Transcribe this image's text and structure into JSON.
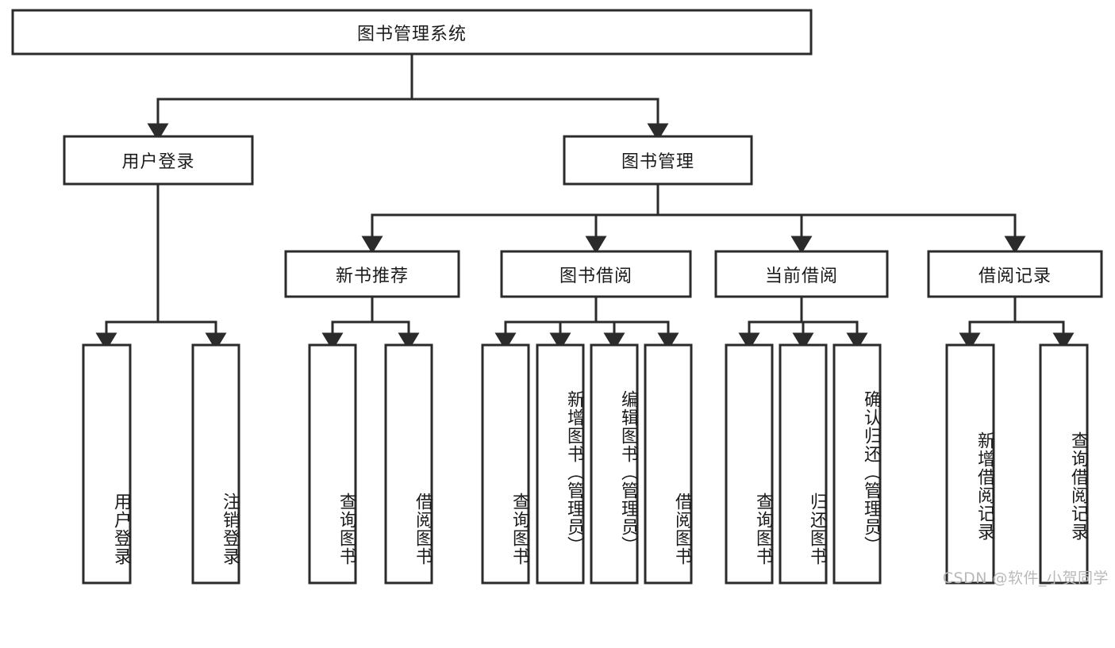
{
  "diagram": {
    "type": "tree",
    "title": "图书管理系统",
    "watermark": "CSDN @软件_小贺同学",
    "root": {
      "id": "root",
      "label": "图书管理系统",
      "orientation": "horizontal"
    },
    "level1": [
      {
        "id": "user-login",
        "label": "用户登录",
        "orientation": "horizontal"
      },
      {
        "id": "book-manage",
        "label": "图书管理",
        "orientation": "horizontal"
      }
    ],
    "level2": [
      {
        "id": "new-book-recommend",
        "label": "新书推荐",
        "parent": "book-manage",
        "orientation": "horizontal"
      },
      {
        "id": "book-borrow",
        "label": "图书借阅",
        "parent": "book-manage",
        "orientation": "horizontal"
      },
      {
        "id": "current-borrow",
        "label": "当前借阅",
        "parent": "book-manage",
        "orientation": "horizontal"
      },
      {
        "id": "borrow-record",
        "label": "借阅记录",
        "parent": "book-manage",
        "orientation": "horizontal"
      }
    ],
    "leaves": [
      {
        "id": "leaf-user-login",
        "label": "用户登录",
        "parent": "user-login",
        "orientation": "vertical"
      },
      {
        "id": "leaf-logout",
        "label": "注销登录",
        "parent": "user-login",
        "orientation": "vertical"
      },
      {
        "id": "leaf-query-book-1",
        "label": "查询图书",
        "parent": "new-book-recommend",
        "orientation": "vertical"
      },
      {
        "id": "leaf-borrow-book-1",
        "label": "借阅图书",
        "parent": "new-book-recommend",
        "orientation": "vertical"
      },
      {
        "id": "leaf-query-book-2",
        "label": "查询图书",
        "parent": "book-borrow",
        "orientation": "vertical"
      },
      {
        "id": "leaf-add-book",
        "label": "新增图书（管理员）",
        "parent": "book-borrow",
        "orientation": "vertical"
      },
      {
        "id": "leaf-edit-book",
        "label": "编辑图书（管理员）",
        "parent": "book-borrow",
        "orientation": "vertical"
      },
      {
        "id": "leaf-borrow-book-2",
        "label": "借阅图书",
        "parent": "book-borrow",
        "orientation": "vertical"
      },
      {
        "id": "leaf-query-book-3",
        "label": "查询图书",
        "parent": "current-borrow",
        "orientation": "vertical"
      },
      {
        "id": "leaf-return-book",
        "label": "归还图书",
        "parent": "current-borrow",
        "orientation": "vertical"
      },
      {
        "id": "leaf-confirm-return",
        "label": "确认归还（管理员）",
        "parent": "current-borrow",
        "orientation": "vertical"
      },
      {
        "id": "leaf-add-record",
        "label": "新增借阅记录",
        "parent": "borrow-record",
        "orientation": "vertical"
      },
      {
        "id": "leaf-query-record",
        "label": "查询借阅记录",
        "parent": "borrow-record",
        "orientation": "vertical"
      }
    ],
    "colors": {
      "box_stroke": "#2b2b2b",
      "box_fill": "#ffffff",
      "connector": "#2b2b2b",
      "text": "#1b1b1b",
      "watermark": "#b9b9b9",
      "background": "#ffffff"
    }
  }
}
